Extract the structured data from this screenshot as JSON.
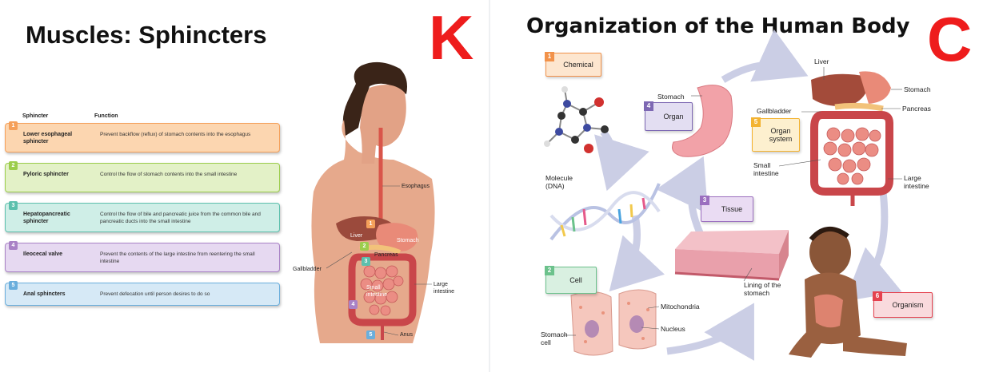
{
  "left_panel": {
    "title": "Muscles: Sphincters",
    "corner_letter": "K",
    "table": {
      "col_sphincter": "Sphincter",
      "col_function": "Function",
      "rows": [
        {
          "num": "1",
          "name": "Lower esophageal sphincter",
          "function": "Prevent backflow (reflux) of stomach contents into the esophagus",
          "color": "#f5a05a"
        },
        {
          "num": "2",
          "name": "Pyloric sphincter",
          "function": "Control the flow of stomach contents into the small intestine",
          "color": "#9ccd4c"
        },
        {
          "num": "3",
          "name": "Hepatopancreatic sphincter",
          "function": "Control the flow of bile and pancreatic juice from the common bile and pancreatic ducts into the small intestine",
          "color": "#5cc0ad"
        },
        {
          "num": "4",
          "name": "Ileocecal valve",
          "function": "Prevent the contents of the large intestine from reentering the small intestine",
          "color": "#a982c6"
        },
        {
          "num": "5",
          "name": "Anal sphincters",
          "function": "Prevent defecation until person desires to do so",
          "color": "#6aaedc"
        }
      ]
    },
    "figure_labels": {
      "esophagus": "Esophagus",
      "liver": "Liver",
      "stomach": "Stomach",
      "pancreas": "Pancreas",
      "gallbladder": "Gallbladder",
      "small_intestine": "Small intestine",
      "large_intestine": "Large intestine",
      "anus": "Anus"
    },
    "figure_numbers": [
      "1",
      "2",
      "3",
      "4",
      "5"
    ]
  },
  "right_panel": {
    "title": "Organization of the Human Body",
    "corner_letter": "C",
    "levels": [
      {
        "num": "1",
        "label": "Chemical",
        "color": "#f2924a",
        "fill": "#fde6cf"
      },
      {
        "num": "2",
        "label": "Cell",
        "color": "#6cc28c",
        "fill": "#d9f0e1"
      },
      {
        "num": "3",
        "label": "Tissue",
        "color": "#9b6fbf",
        "fill": "#eadcf3"
      },
      {
        "num": "4",
        "label": "Organ",
        "color": "#7d68b3",
        "fill": "#e3def2"
      },
      {
        "num": "5",
        "label": "Organ system",
        "color": "#f3b331",
        "fill": "#fdf0cf"
      },
      {
        "num": "6",
        "label": "Organism",
        "color": "#e5414f",
        "fill": "#f9dadd"
      }
    ],
    "labels": {
      "molecule": "Molecule (DNA)",
      "stomach_organ": "Stomach",
      "liver": "Liver",
      "stomach_system": "Stomach",
      "gallbladder": "Gallbladder",
      "pancreas": "Pancreas",
      "small_intestine": "Small intestine",
      "large_intestine": "Large intestine",
      "mitochondria": "Mitochondria",
      "nucleus": "Nucleus",
      "stomach_cell": "Stomach cell",
      "lining": "Lining of the stomach"
    }
  }
}
